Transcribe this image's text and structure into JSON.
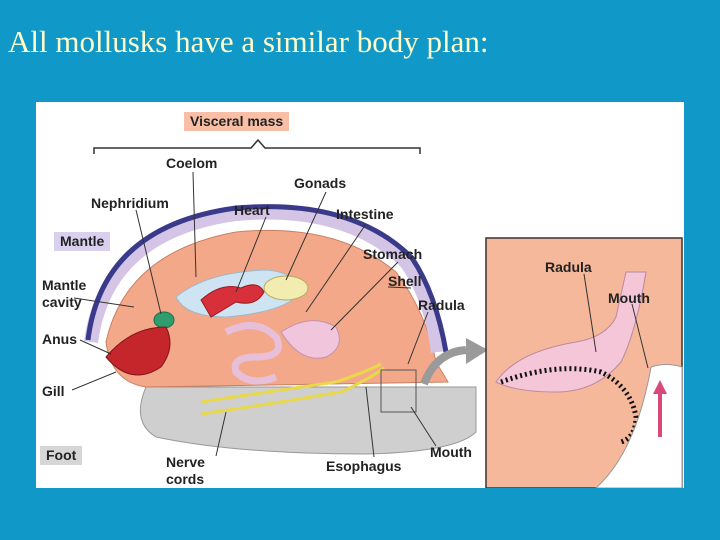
{
  "slide": {
    "title": "All mollusks have a similar body plan:"
  },
  "diagram": {
    "labels": {
      "visceral_mass": "Visceral mass",
      "coelom": "Coelom",
      "gonads": "Gonads",
      "nephridium": "Nephridium",
      "heart": "Heart",
      "intestine": "Intestine",
      "mantle": "Mantle",
      "stomach": "Stomach",
      "mantle_cavity_1": "Mantle",
      "mantle_cavity_2": "cavity",
      "shell": "Shell",
      "radula": "Radula",
      "anus": "Anus",
      "gill": "Gill",
      "foot": "Foot",
      "nerve_cords_1": "Nerve",
      "nerve_cords_2": "cords",
      "esophagus": "Esophagus",
      "mouth": "Mouth"
    },
    "inset_labels": {
      "radula": "Radula",
      "mouth": "Mouth"
    }
  }
}
